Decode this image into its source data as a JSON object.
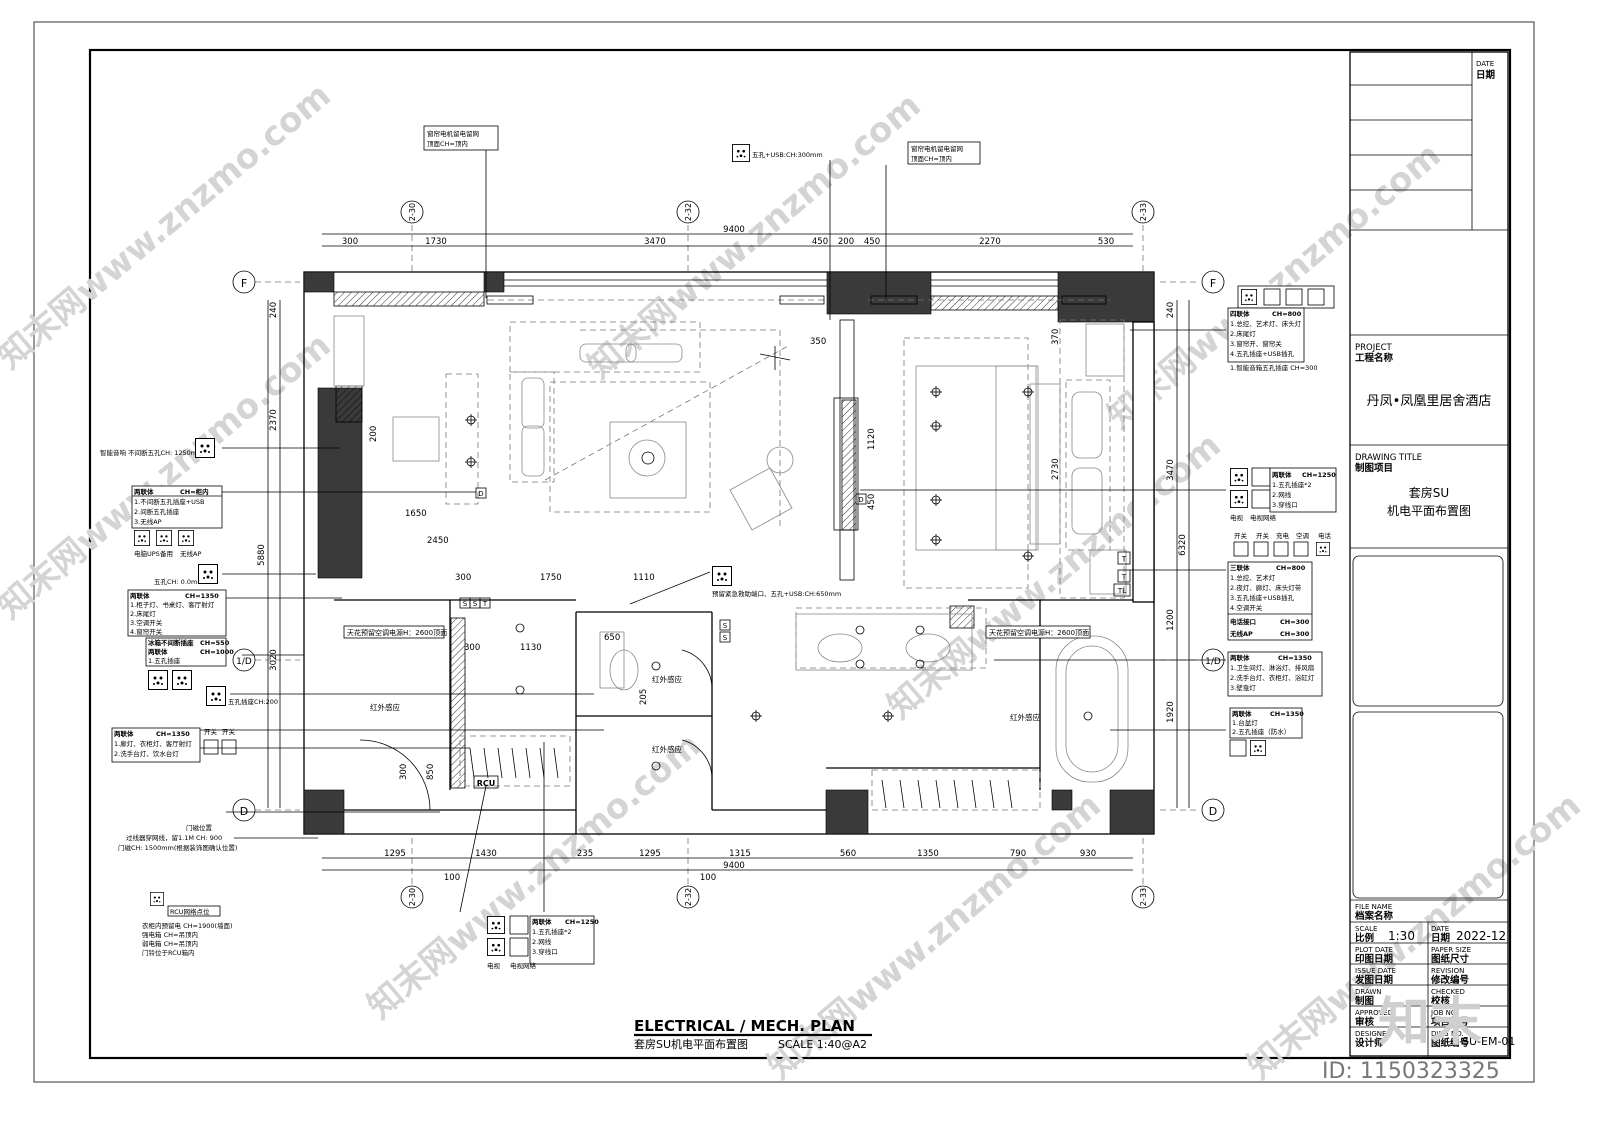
{
  "watermark": "知末网www.znzmo.com",
  "watermark_id": "ID: 1150323325",
  "brand_logo": "知末",
  "drawing": {
    "title_en": "ELECTRICAL / MECH. PLAN",
    "title_cn": "套房SU机电平面布置图",
    "scale": "SCALE  1:40@A2"
  },
  "grid": {
    "top_axes": [
      "2-30",
      "2-32",
      "2-33"
    ],
    "bottom_axes": [
      "2-30",
      "2-32",
      "2-33"
    ],
    "left_axes": [
      "F",
      "1/D",
      "D"
    ],
    "right_axes": [
      "F",
      "1/D",
      "D"
    ]
  },
  "dimensions": {
    "top_total": "9400",
    "top_segments": [
      "300",
      "1730",
      "3470",
      "450",
      "200",
      "450",
      "2270",
      "530"
    ],
    "bottom_total": "9400",
    "bottom_segments": [
      "1295",
      "1430",
      "235",
      "1295",
      "1315",
      "560",
      "1350",
      "790",
      "930"
    ],
    "bottom_small": [
      "100",
      "100"
    ],
    "left_total": "5880",
    "left_segments": [
      "240",
      "2370",
      "3020"
    ],
    "right_total": "6320",
    "right_segments": [
      "240",
      "3470",
      "1200",
      "1920"
    ],
    "interior": [
      "1650",
      "2450",
      "1750",
      "1110",
      "300",
      "1130",
      "350",
      "1120",
      "450",
      "2730",
      "370",
      "200",
      "650",
      "205",
      "300",
      "850",
      "300"
    ]
  },
  "callouts": {
    "curtain_left": [
      "窗帘电机留电留网",
      "顶面CH=顶内"
    ],
    "socket_top": "五孔+USB:CH:300mm",
    "curtain_right": [
      "窗帘电机留电留网",
      "顶面CH=顶内"
    ],
    "speaker": "智能音响 不间断五孔CH: 1250mm",
    "left_box1": {
      "head": "两联体",
      "ch": "CH=柜内",
      "lines": [
        "1.不间断五孔插座+USB",
        "2.间断五孔插座",
        "3.无线AP"
      ],
      "icons": [
        "电脑UPS",
        "备用",
        "无线AP"
      ]
    },
    "left_socket": "五孔CH: 0.0mm",
    "left_box2": {
      "head": "两联体",
      "ch": "CH=1350",
      "lines": [
        "1.柜子灯、书桌灯、客厅射灯",
        "2.床尾灯",
        "3.空调开关",
        "4.窗帘开关"
      ]
    },
    "left_box3": {
      "head": "冰箱不间断插座",
      "ch": "CH=550"
    },
    "left_box4": {
      "head": "两联体",
      "ch": "CH=1000",
      "lines": [
        "1.五孔插座"
      ]
    },
    "left_socket2": "五孔插座CH:200",
    "left_box5": {
      "head": "两联体",
      "ch": "CH=1350",
      "lines": [
        "1.廊灯、衣柜灯、客厅射灯",
        "2.洗手台灯、饮水台灯"
      ],
      "extra": [
        "开关",
        "开关"
      ]
    },
    "door_magnet": [
      "门磁位置",
      "过线器穿网线，留1.1M  CH: 900",
      "门磁CH: 1500mm(根据装饰图确认位置)"
    ],
    "rcu": "RCU网络点位",
    "rcu_notes": [
      "衣柜内预留电 CH=1900(墙面)",
      "强电箱 CH=吊顶内",
      "弱电箱 CH=吊顶内",
      "门铃位于RCU箱内"
    ],
    "bottom_box": {
      "head": "两联体",
      "ch": "CH=1250",
      "lines": [
        "1.五孔插座*2",
        "2.网线",
        "3.穿线口"
      ],
      "icons": [
        "电视",
        "电视网络"
      ]
    },
    "right_box1": {
      "head": "四联体",
      "ch": "CH=800",
      "lines": [
        "1.总控、艺术灯、床头灯",
        "2.床尾灯",
        "3.窗帘开、窗帘关",
        "4.五孔插座+USB插孔"
      ],
      "note": "1.智能音箱五孔插座  CH=300"
    },
    "right_box2": {
      "head": "两联体",
      "ch": "CH=1250",
      "lines": [
        "1.五孔插座*2",
        "2.网线",
        "3.穿线口"
      ],
      "icons": [
        "电视",
        "电视网络"
      ]
    },
    "right_box3": {
      "icons": [
        "开关",
        "开关",
        "充电",
        "空调",
        "电话"
      ],
      "head": "三联体",
      "ch": "CH=800",
      "lines": [
        "1.总控、艺术灯",
        "2.夜灯、廊灯、床头灯带",
        "3.五孔插座+USB插孔",
        "4.空调开关"
      ],
      "phone": "电话接口",
      "phone_ch": "CH=300",
      "ap": "无线AP",
      "ap_ch": "CH=300"
    },
    "right_box4": {
      "head": "两联体",
      "ch": "CH=1350",
      "lines": [
        "1.卫生间灯、淋浴灯、排风扇",
        "2.洗手台灯、衣柜灯、浴缸灯",
        "3.壁龛灯"
      ]
    },
    "right_box5": {
      "head": "两联体",
      "ch": "CH=1350",
      "lines": [
        "1.台盆灯",
        "2.五孔插座（防水）"
      ]
    },
    "ceiling_left": "天花预留空调电源H：2600顶面",
    "ceiling_right": "天花预留空调电源H：2600顶面",
    "emergency": "预留紧急救助端口、五孔+USB:CH:650mm",
    "infrared": [
      "红外感应",
      "红外感应",
      "红外感应",
      "红外感应"
    ],
    "tags": [
      "S",
      "S",
      "T",
      "S",
      "S",
      "T",
      "TL",
      "T",
      "D",
      "D"
    ],
    "rcu_tag": "RCU"
  },
  "title_block": {
    "date_en": "DATE",
    "date_cn": "日期",
    "project_en": "PROJECT",
    "project_cn": "工程名称",
    "project_name": "丹凤•凤凰里居舍酒店",
    "drawing_title_en": "DRAWING TITLE",
    "drawing_title_cn": "制图项目",
    "drawing_name_1": "套房SU",
    "drawing_name_2": "机电平面布置图",
    "file_name_en": "FILE NAME",
    "file_name_cn": "档案名称",
    "scale_en": "SCALE",
    "scale_cn": "比例",
    "scale_val": "1:30",
    "date2_en": "DATE",
    "date2_cn": "日期",
    "date2_val": "2022-12",
    "plot_en": "PLOT DATE",
    "plot_cn": "印图日期",
    "paper_en": "PAPER SIZE",
    "paper_cn": "图纸尺寸",
    "issue_en": "ISSUE DATE",
    "issue_cn": "发图日期",
    "rev_en": "REVISION",
    "rev_cn": "修改编号",
    "drawn_en": "DRAWN",
    "drawn_cn": "制图",
    "checked_en": "CHECKED",
    "checked_cn": "校核",
    "approved_en": "APPROVED",
    "approved_cn": "审核",
    "job_en": "JOB NO.",
    "job_cn": "项目编号",
    "designer_en": "DESIGNER",
    "designer_cn": "设计师",
    "dwg_en": "DWG NO.",
    "dwg_cn": "图纸编号",
    "dwg_val": "SU-EM-01"
  }
}
